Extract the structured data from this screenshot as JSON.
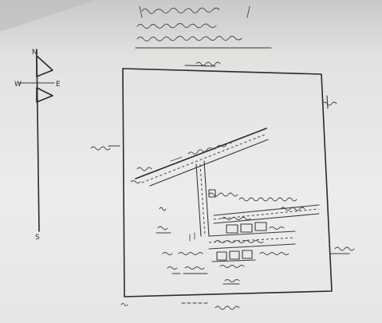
{
  "page": {
    "background": "#e6e6e4",
    "ink_color": "#2b2b2b"
  },
  "compass": {
    "north_label": "N",
    "south_label": "S",
    "west_label": "W",
    "east_label": "E"
  }
}
